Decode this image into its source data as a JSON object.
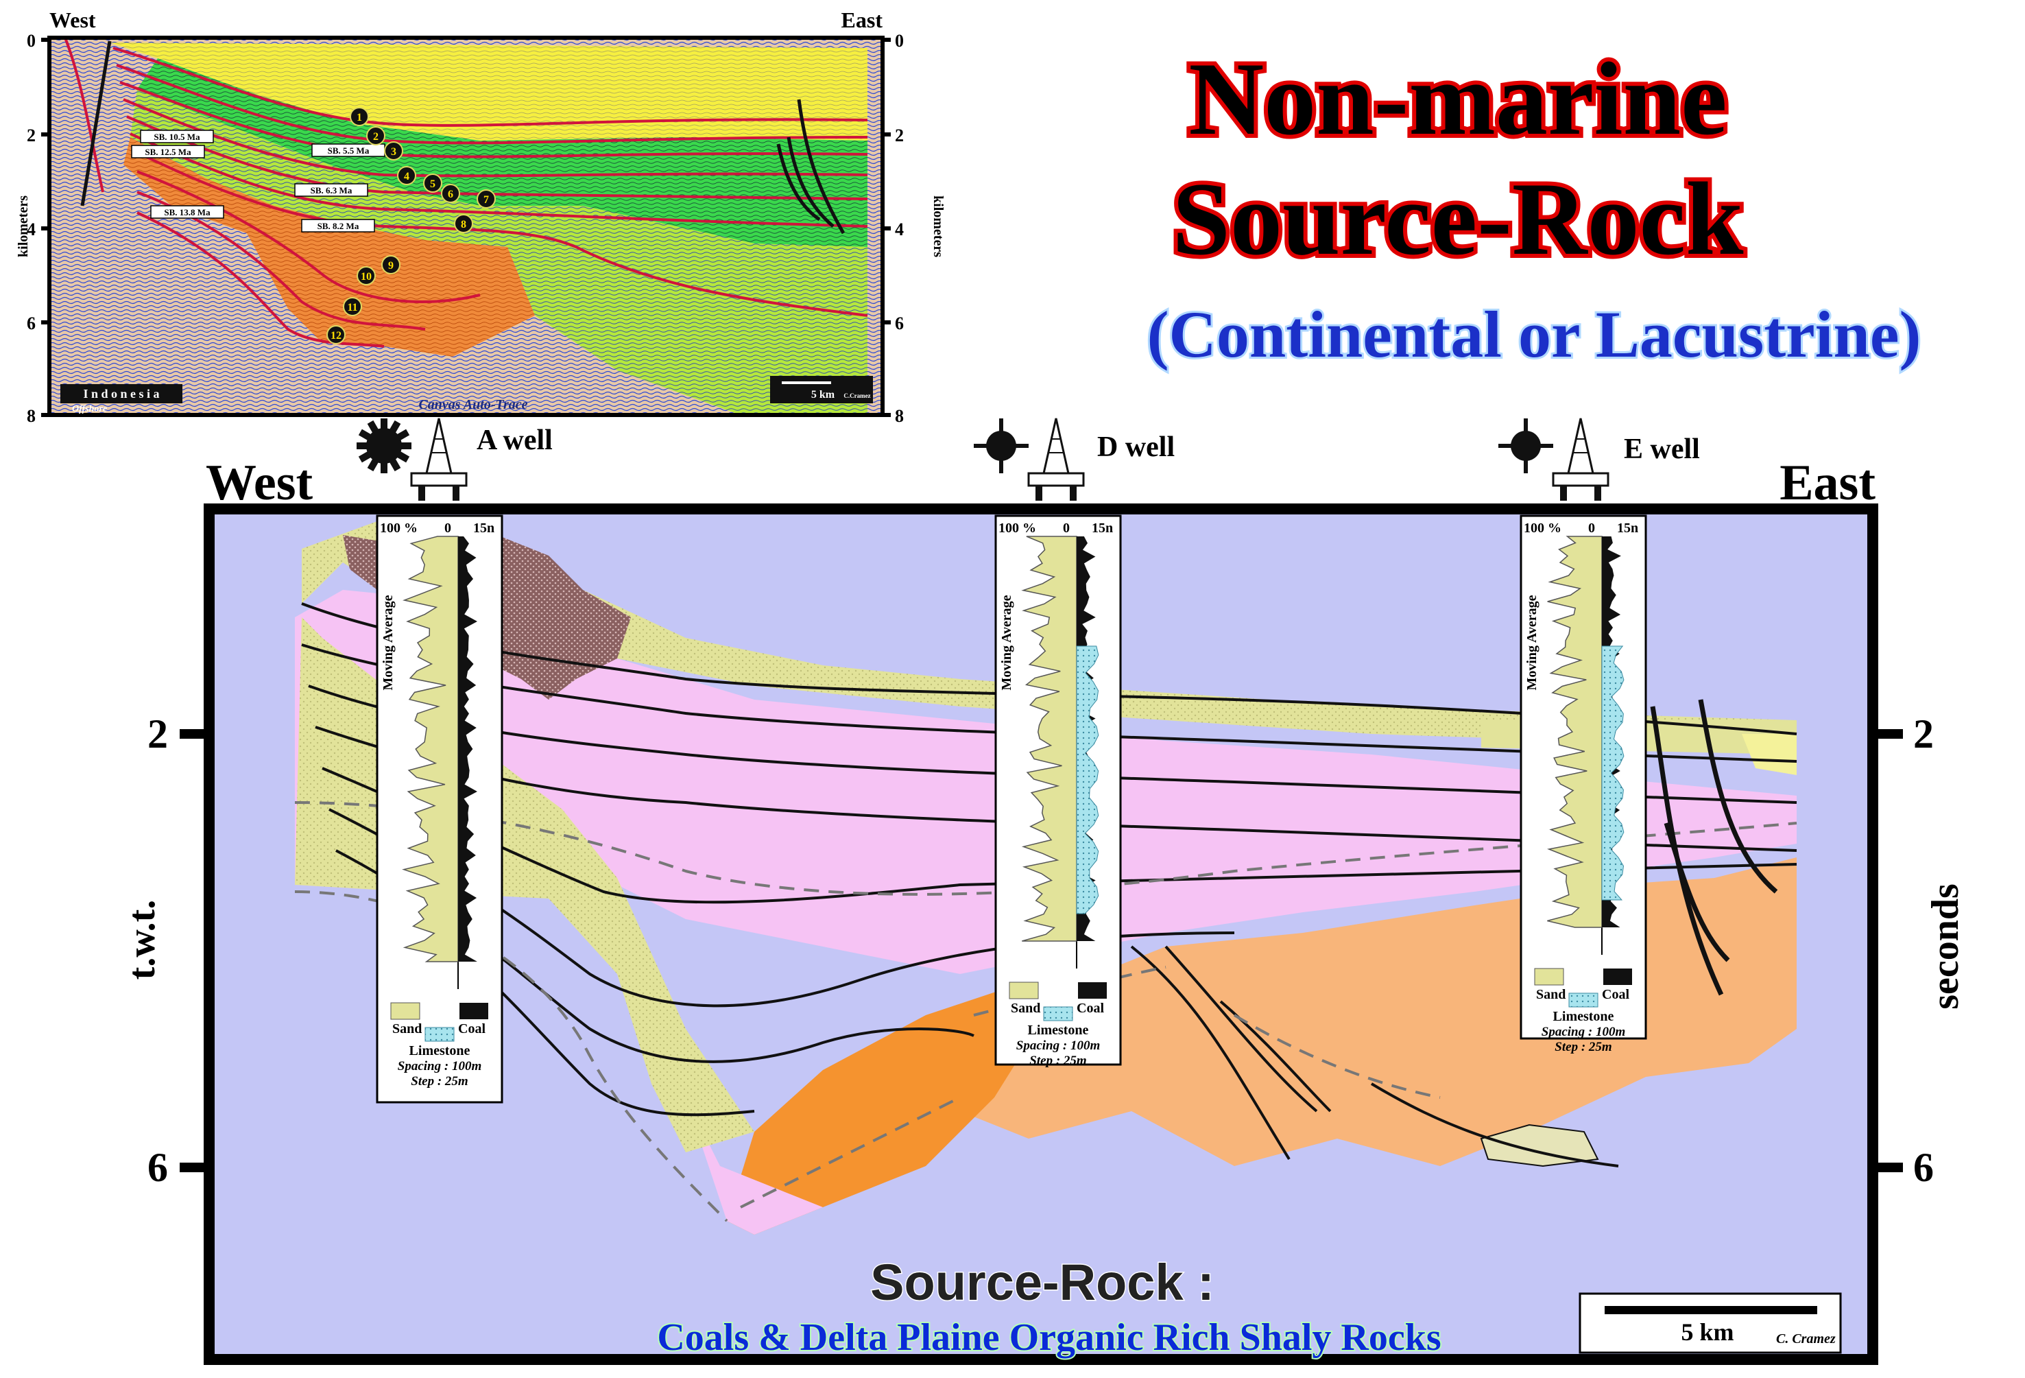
{
  "title": {
    "line1": "Non-marine",
    "line2": "Source-Rock",
    "subtitle": "(Continental or Lacustrine)"
  },
  "inset": {
    "west_label": "West",
    "east_label": "East",
    "axis_label_left": "kilometers",
    "axis_label_right": "kilometers",
    "ticks_left": [
      "0",
      "2",
      "4",
      "6",
      "8"
    ],
    "ticks_right": [
      "0",
      "2",
      "4",
      "6",
      "8"
    ],
    "boundaries": [
      "SB. 10.5 Ma",
      "SB. 12.5 Ma",
      "SB. 13.8 Ma",
      "SB.  5.5 Ma",
      "SB.  6.3 Ma",
      "SB.  8.2 Ma"
    ],
    "markers": [
      "1",
      "2",
      "3",
      "4",
      "5",
      "6",
      "7",
      "8",
      "9",
      "10",
      "11",
      "12"
    ],
    "location_1": "I n d o n e s i a",
    "location_2": "Offshore",
    "method_label": "Canvas Auto-Trace",
    "scale": "5 km",
    "credit": "C.Cramez"
  },
  "section": {
    "west_label": "West",
    "east_label": "East",
    "axis_label_left": "t.w.t.",
    "axis_label_right": "seconds",
    "ticks_left": [
      "2",
      "6"
    ],
    "ticks_right": [
      "2",
      "6"
    ],
    "scale": "5 km",
    "credit": "C. Cramez",
    "source_heading": "Source-Rock :",
    "source_desc": "Coals & Delta Plaine Organic Rich Shaly Rocks"
  },
  "wells": [
    {
      "name": "A well"
    },
    {
      "name": "D well"
    },
    {
      "name": "E well"
    }
  ],
  "log_panel": {
    "pct_label": "100 %",
    "zero_label": "0",
    "max_label": "15n",
    "curve_label": "Moving Average",
    "sand": "Sand",
    "coal": "Coal",
    "limestone": "Limestone",
    "spacing": "Spacing : 100m",
    "step": "Step : 25m"
  },
  "colors": {
    "background_section": "#c4c6f6",
    "sand_fill": "#e2e39a",
    "shale_pink": "#f6c3f4",
    "orange_dark": "#f5932f",
    "orange_light": "#f8b57a",
    "coal_brown": "#8a6060",
    "title_red": "#e00000",
    "subtitle_blue": "#1b30c8",
    "desc_blue": "#0a2ad8"
  }
}
